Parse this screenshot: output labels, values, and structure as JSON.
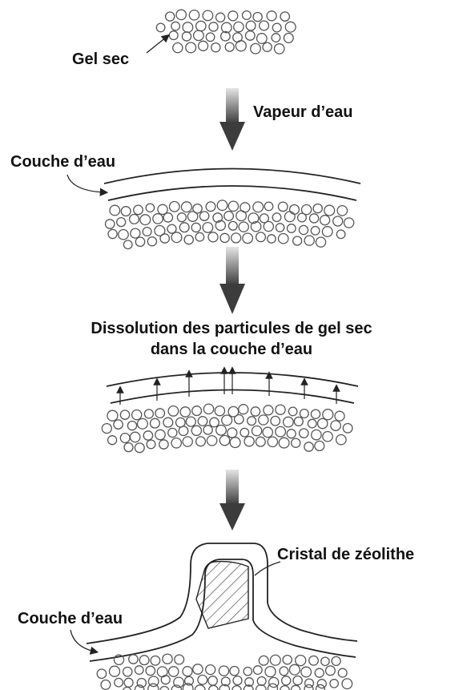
{
  "labels": {
    "dry_gel": "Gel sec",
    "water_vapor": "Vapeur d’eau",
    "water_layer_1": "Couche d’eau",
    "dissolution_line1": "Dissolution des particules de gel sec",
    "dissolution_line2": "dans la couche d’eau",
    "zeolite_crystal": "Cristal de zéolithe",
    "water_layer_2": "Couche d’eau"
  },
  "colors": {
    "ink": "#111111",
    "arrow_light": "#d6d6d6",
    "arrow_dark": "#3c3c3c",
    "particle": "#555555"
  }
}
